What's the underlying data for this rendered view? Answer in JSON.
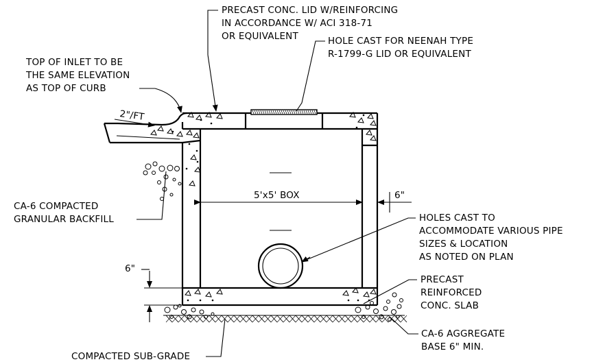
{
  "labels": {
    "lid_note": [
      "PRECAST CONC. LID W/REINFORCING",
      "IN ACCORDANCE W/ ACI 318-71",
      "OR EQUIVALENT"
    ],
    "top_inlet": [
      "TOP OF INLET TO BE",
      "THE SAME ELEVATION",
      "AS TOP OF CURB"
    ],
    "hole_lid": [
      "HOLE CAST FOR NEENAH TYPE",
      "R-1799-G LID OR EQUIVALENT"
    ],
    "slope": "2\"/FT",
    "box": "5'x5' BOX",
    "wall_thickness": "6\"",
    "backfill": [
      "CA-6 COMPACTED",
      "GRANULAR BACKFILL"
    ],
    "pipe_holes": [
      "HOLES CAST TO",
      "ACCOMMODATE VARIOUS PIPE",
      "SIZES & LOCATION",
      "AS NOTED ON PLAN"
    ],
    "slab_thickness": "6\"",
    "slab": [
      "PRECAST",
      "REINFORCED",
      "CONC. SLAB"
    ],
    "base": [
      "CA-6 AGGREGATE",
      "BASE 6\" MIN."
    ],
    "subgrade": "COMPACTED SUB-GRADE"
  }
}
